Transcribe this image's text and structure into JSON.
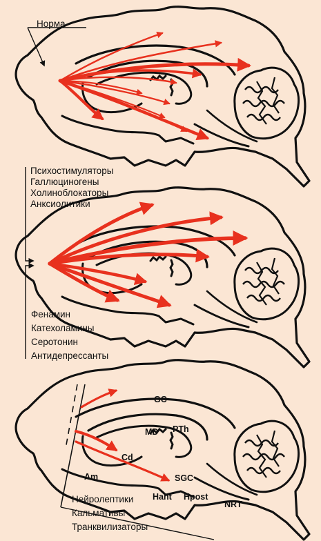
{
  "panel1": {
    "label": "Норма"
  },
  "panel2": {
    "drugs_top": [
      "Психостимуляторы",
      "Галлюциногены",
      "Холиноблокаторы",
      "Анксиолитики"
    ],
    "drugs_bottom": [
      "Фенамин",
      "Катехоламины",
      "Серотонин",
      "Антидепрессанты"
    ]
  },
  "panel3": {
    "structures": {
      "gc": "GC",
      "md": "MD",
      "pth": "PTh",
      "cd": "Cd",
      "am": "Am",
      "sgc": "SGC",
      "hant": "Hant",
      "hpost": "Hpost",
      "nrt": "NRT"
    },
    "drugs": [
      "Нейролептики",
      "Кальмативы",
      "Транквилизаторы"
    ]
  },
  "colors": {
    "background": "#fbe6d4",
    "arrow": "#e8311e",
    "outline": "#111111"
  }
}
